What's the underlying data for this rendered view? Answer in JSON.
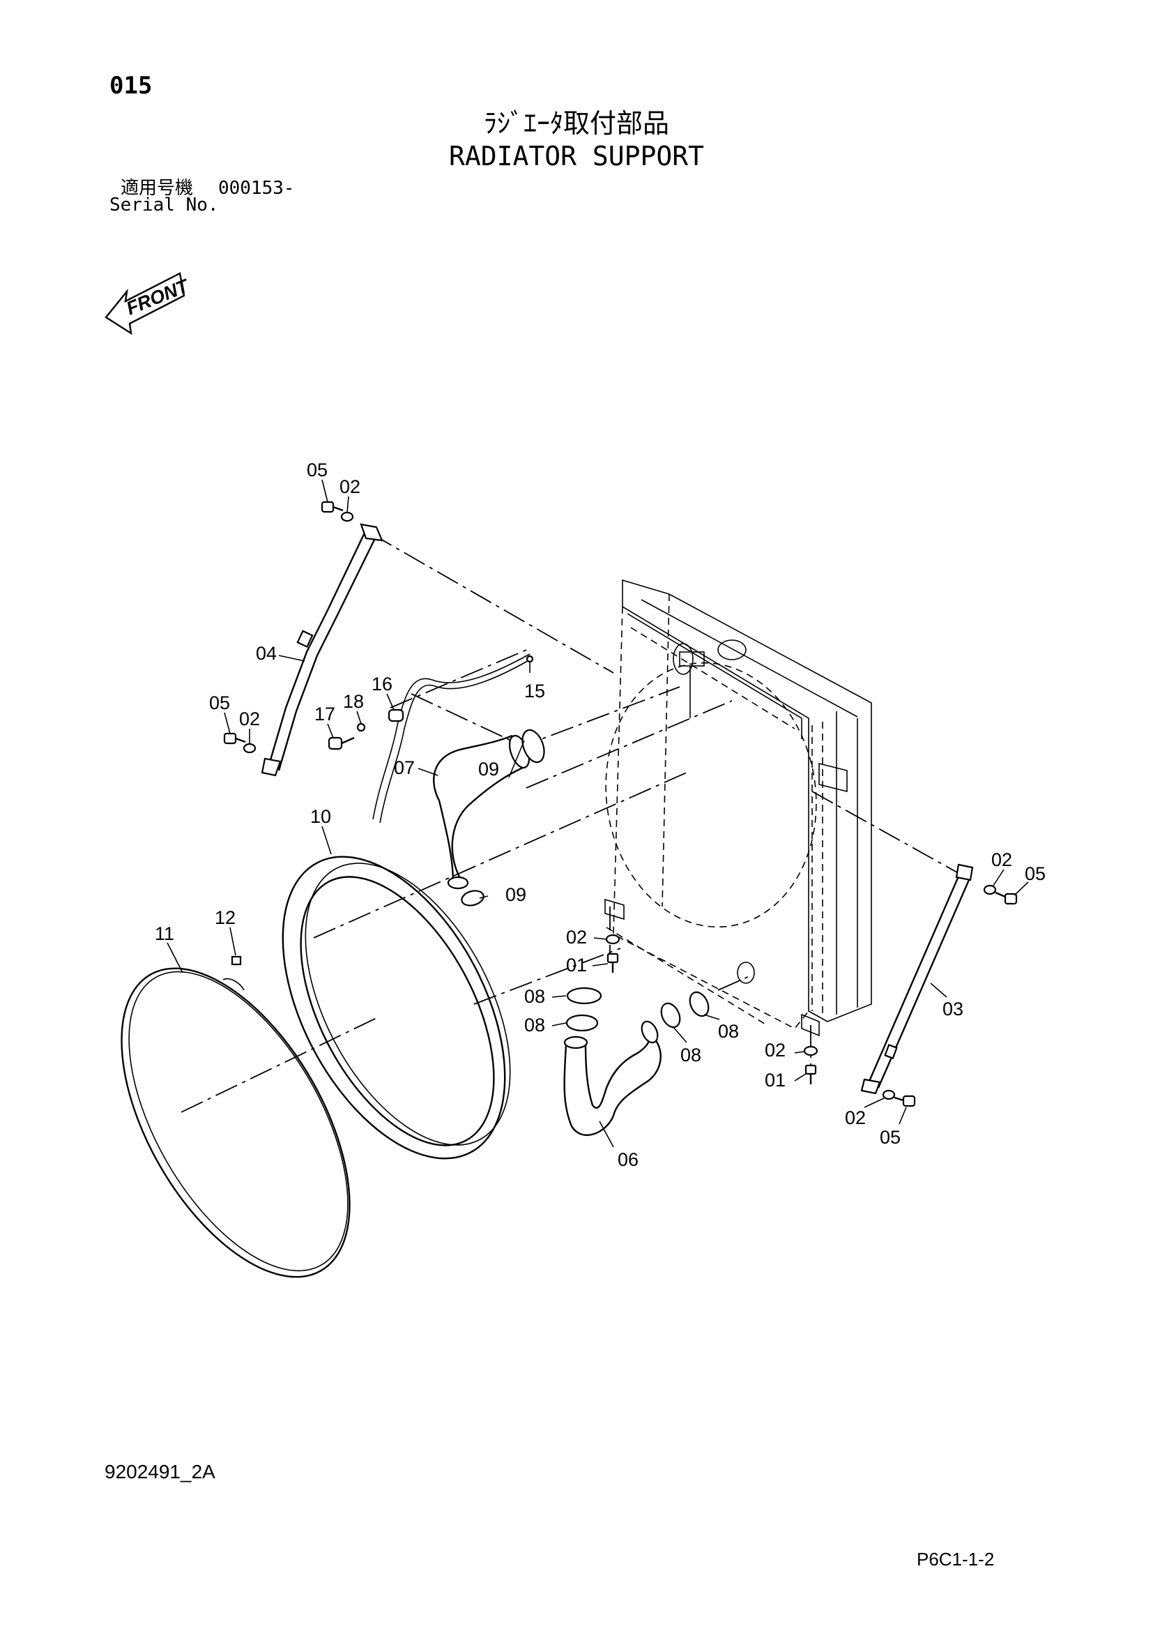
{
  "header": {
    "page_number": "015",
    "title_jp": "ﾗｼﾞｴｰﾀ取付部品",
    "title_en": "RADIATOR SUPPORT",
    "serial_label_jp": "適用号機",
    "serial_value": "000153-",
    "serial_label_en": "Serial No."
  },
  "front_indicator": "FRONT",
  "callouts": {
    "c05_top": "05",
    "c02_top": "02",
    "c04": "04",
    "c05_left": "05",
    "c02_left": "02",
    "c17": "17",
    "c18": "18",
    "c16": "16",
    "c15": "15",
    "c09_top": "09",
    "c07": "07",
    "c09_mid": "09",
    "c10": "10",
    "c11": "11",
    "c12": "12",
    "c02_center": "02",
    "c01_center": "01",
    "c08_a": "08",
    "c08_b": "08",
    "c08_c": "08",
    "c08_d": "08",
    "c06": "06",
    "c02_right_top": "02",
    "c05_right_top": "05",
    "c03": "03",
    "c02_right_mid": "02",
    "c01_right_mid": "01",
    "c02_right_bot": "02",
    "c05_right_bot": "05"
  },
  "footer": {
    "drawing_id": "9202491_2A",
    "page_code": "P6C1-1-2"
  }
}
